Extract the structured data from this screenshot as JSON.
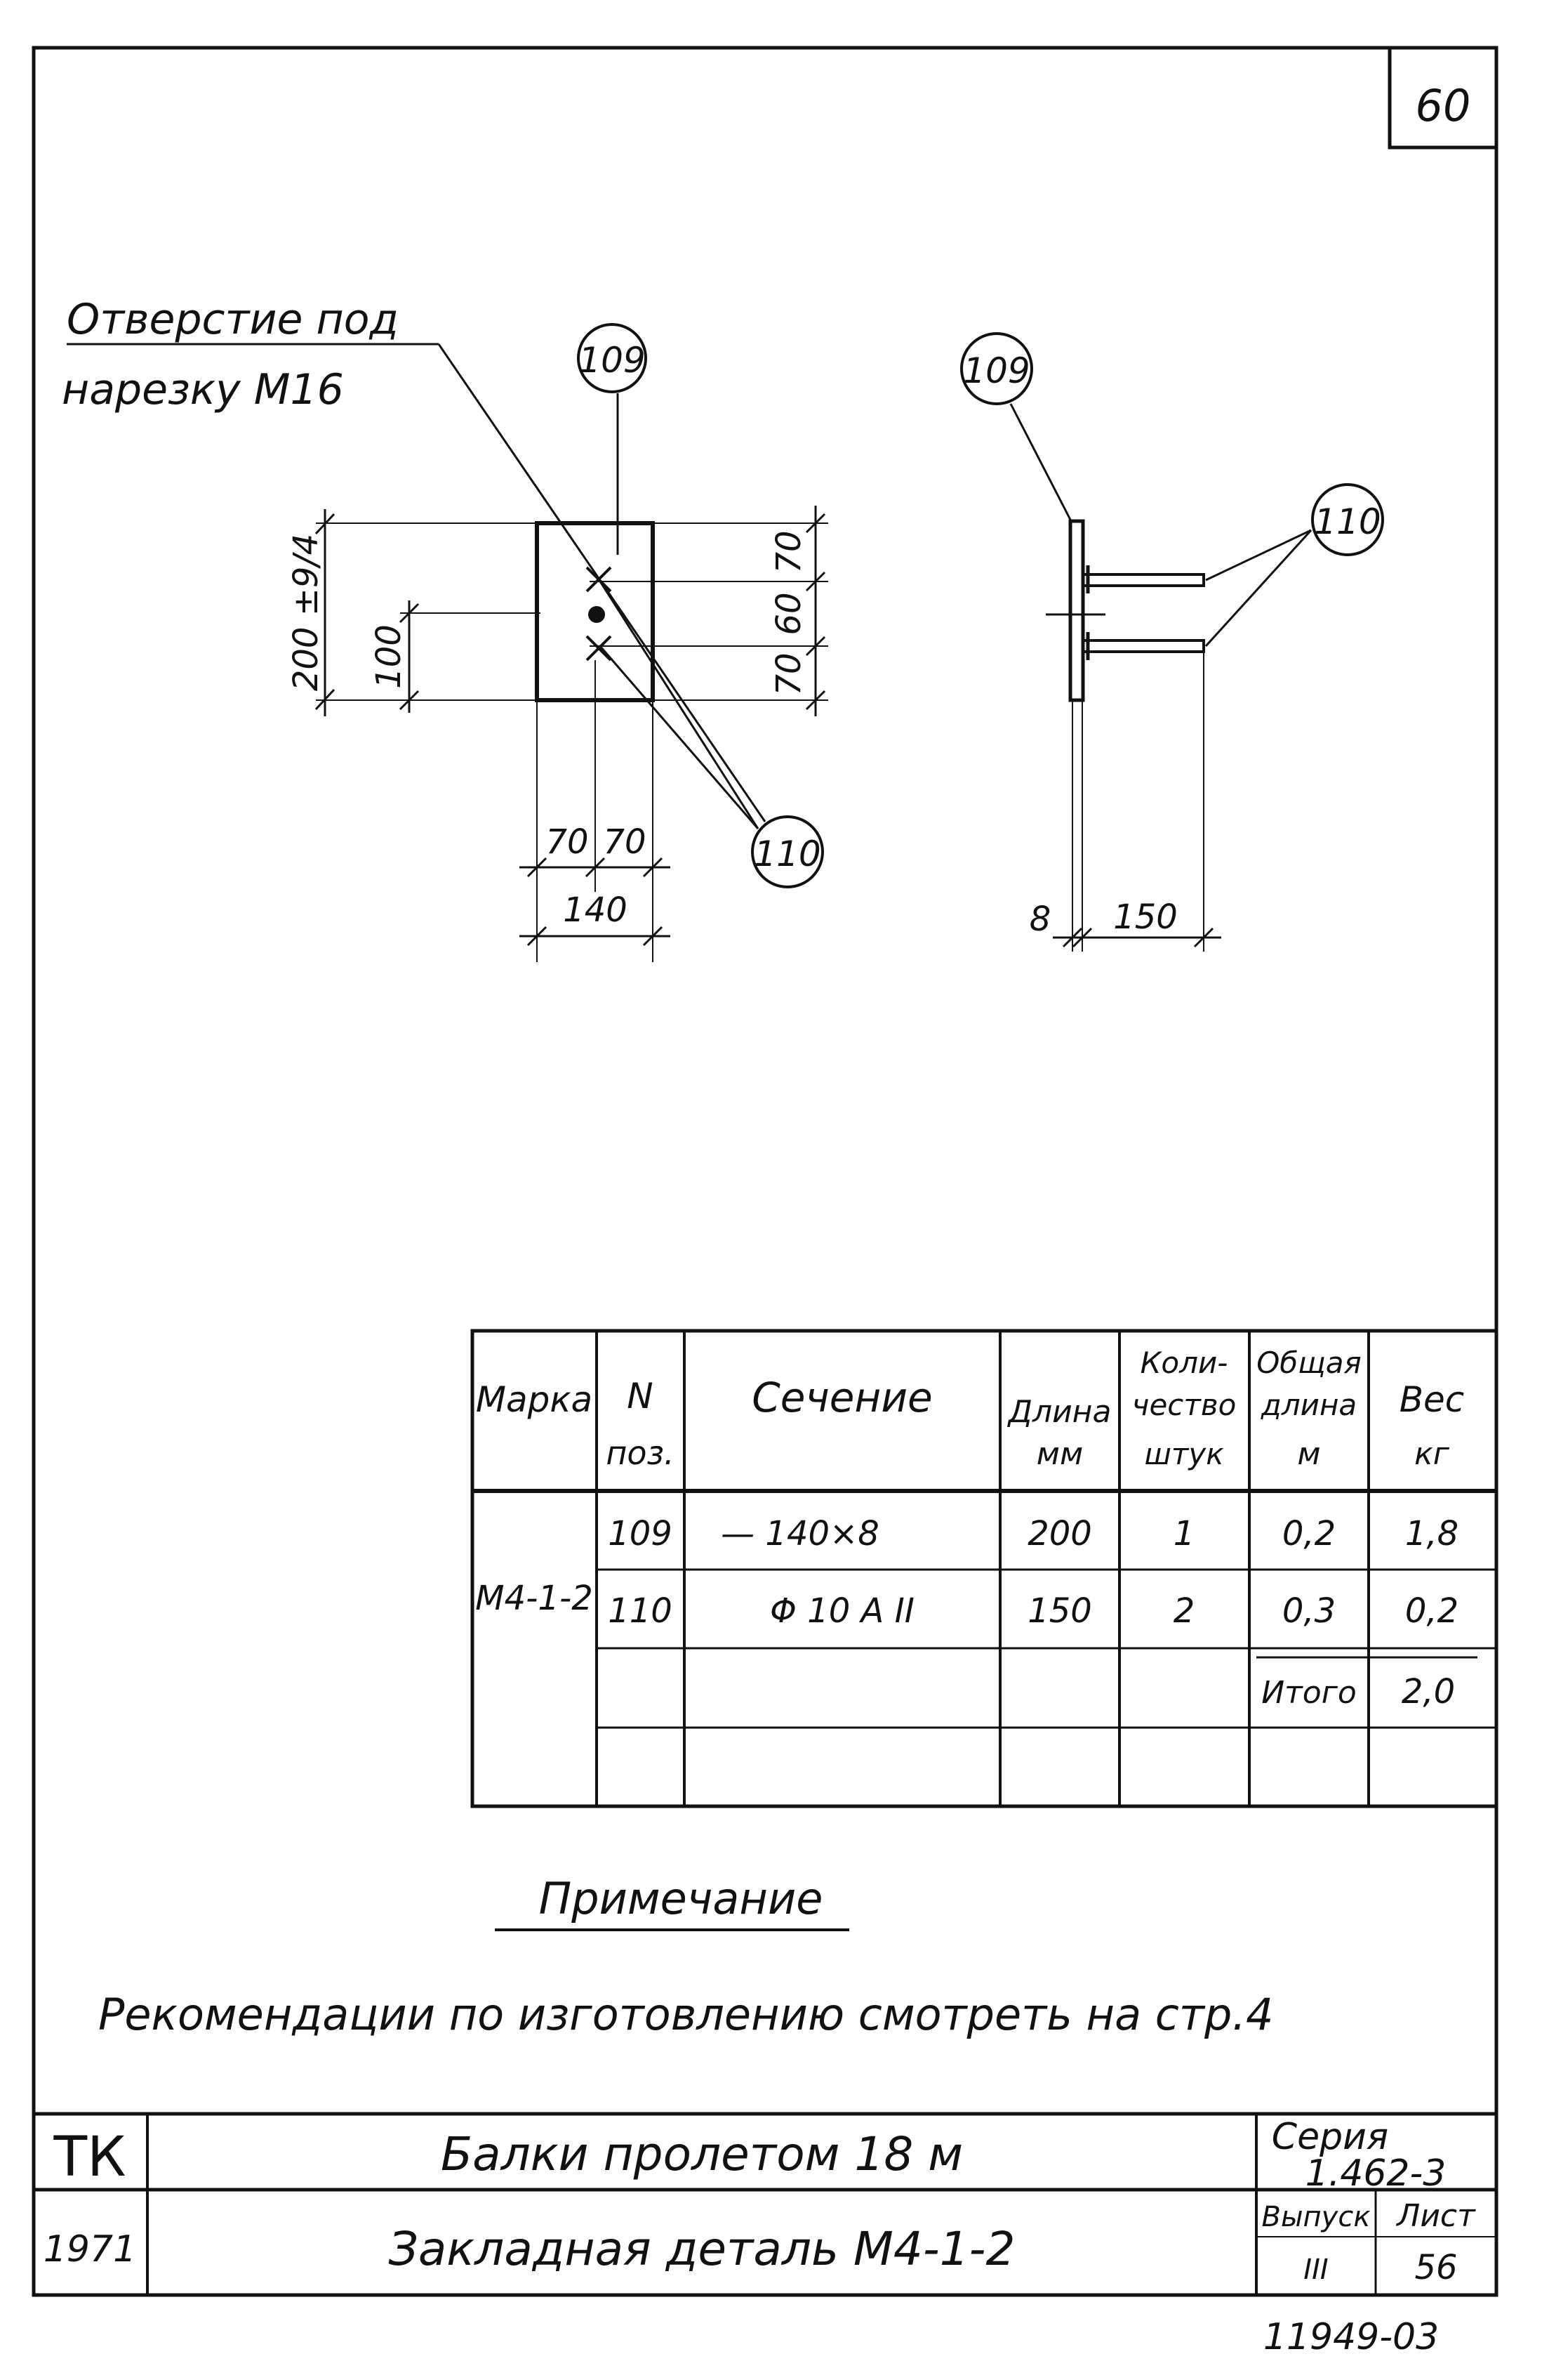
{
  "sheet_number": "60",
  "drawing": {
    "hole_note_line1": "Отверстие под",
    "hole_note_line2": "нарезку М16",
    "callouts": {
      "plate": "109",
      "rod": "110"
    },
    "front_view": {
      "dim_overall_height": "200 ±9/4",
      "dim_hole_height": "100",
      "dim_top": "70",
      "dim_mid": "60",
      "dim_bottom": "70",
      "dim_left_half": "70",
      "dim_right_half": "70",
      "dim_width": "140"
    },
    "side_view": {
      "dim_plate_thickness": "8",
      "dim_rod_length": "150"
    }
  },
  "spec_table": {
    "headers": {
      "mark": "Марка",
      "pos_1": "N",
      "pos_2": "поз.",
      "section": "Сечение",
      "length_1": "Длина",
      "length_2": "мм",
      "qty_1": "Коли-",
      "qty_2": "чество",
      "qty_3": "штук",
      "total_len_1": "Общая",
      "total_len_2": "длина",
      "total_len_3": "м",
      "weight_1": "Вес",
      "weight_2": "кг"
    },
    "mark": "М4-1-2",
    "rows": [
      {
        "pos": "109",
        "section": "— 140×8",
        "length": "200",
        "qty": "1",
        "total_length": "0,2",
        "weight": "1,8"
      },
      {
        "pos": "110",
        "section": "Φ 10 А II",
        "length": "150",
        "qty": "2",
        "total_length": "0,3",
        "weight": "0,2"
      }
    ],
    "total_label": "Итого",
    "total_weight": "2,0"
  },
  "note": {
    "title": "Примечание",
    "text": "Рекомендации по изготовлению смотреть на стр.4"
  },
  "title_block": {
    "org": "ТК",
    "year": "1971",
    "title_line1": "Балки пролетом 18 м",
    "title_line2": "Закладная деталь М4-1-2",
    "series_label": "Серия",
    "series_value": "1.462-3",
    "issue_label": "Выпуск",
    "issue_value": "III",
    "sheet_label": "Лист",
    "sheet_value": "56"
  },
  "stamp": "11949-03"
}
